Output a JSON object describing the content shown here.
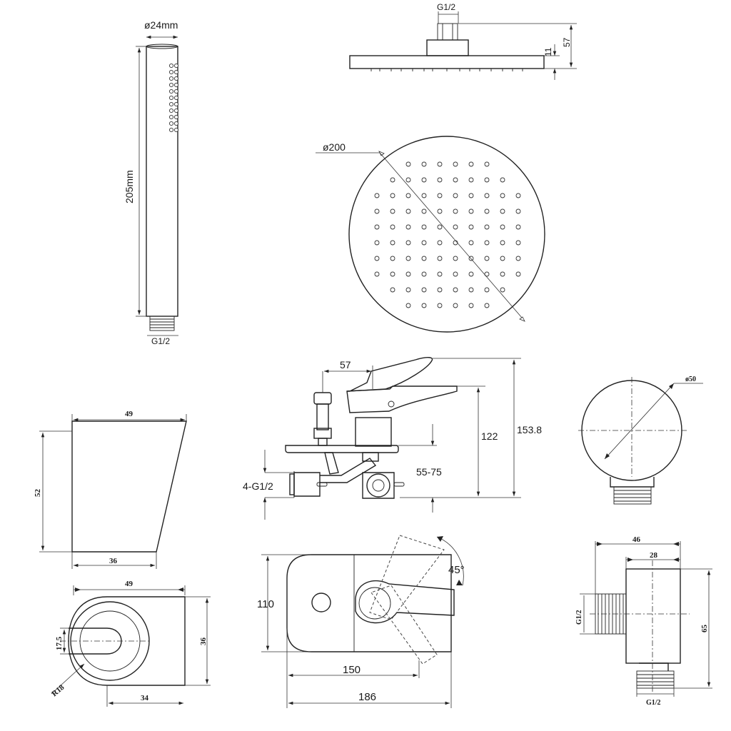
{
  "hand_shower": {
    "diameter": "ø24mm",
    "length": "205mm",
    "thread": "G1/2"
  },
  "shower_head_side": {
    "thread": "G1/2",
    "height": "57",
    "thickness": "11"
  },
  "shower_head_top": {
    "diameter": "ø200"
  },
  "holder_side": {
    "top_width": "49",
    "bottom_width": "36",
    "height": "52"
  },
  "holder_top": {
    "width": "49",
    "depth": "36",
    "base": "34",
    "offset": "17.5",
    "radius": "R18"
  },
  "mixer_front": {
    "handle_offset": "57",
    "height_handle": "122",
    "height_total": "153.8",
    "range": "55-75",
    "outlets": "4-G1/2"
  },
  "mixer_top": {
    "height": "110",
    "angle": "45°",
    "width_inner": "150",
    "width_total": "186"
  },
  "elbow_front": {
    "diameter": "ø50"
  },
  "elbow_side": {
    "width": "46",
    "inner": "28",
    "height": "65",
    "thread_side": "G1/2",
    "thread_bottom": "G1/2"
  }
}
